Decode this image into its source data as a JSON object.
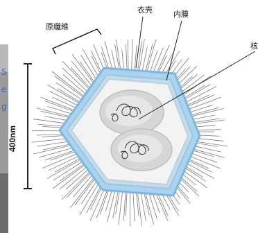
{
  "labels": {
    "fibrils": "原纖維",
    "capsid": "衣壳",
    "inner_membrane": "内膜",
    "core_partial": "核"
  },
  "scale_bar": {
    "label": "400nm"
  },
  "left_edge_fragments": [
    "5",
    "e",
    "g"
  ],
  "colors": {
    "capsid": "#a9d3ee",
    "capsid_edge": "#7fb6dd",
    "inner_membrane": "#c4dcea",
    "core": "#dcdcdc",
    "fibrils": "#7a7a7a",
    "fragment_text": "#3a5fd0"
  }
}
